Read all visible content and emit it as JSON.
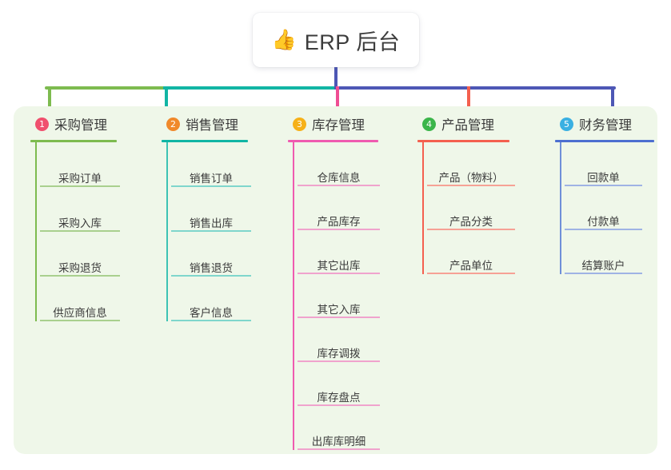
{
  "root": {
    "icon": "thumbs-up-icon",
    "icon_glyph": "👍",
    "title": "ERP 后台"
  },
  "palette": {
    "panel_background": "#eff7e9",
    "page_background": "#ffffff",
    "text": "#3b3b3b",
    "stem": "#4d57b5",
    "bus_left": "#7dbb4f",
    "bus_middle": "#11b5a4",
    "bus_right": "#4d57b5"
  },
  "columns": [
    {
      "number": "1",
      "title": "采购管理",
      "badge_color": "#f0506e",
      "rule_color": "#7dbb4f",
      "spine_color": "#7dbb4f",
      "item_rule_color": "#a9d08e",
      "drop_color": "#7dbb4f",
      "items": [
        {
          "label": "采购订单"
        },
        {
          "label": "采购入库"
        },
        {
          "label": "采购退货"
        },
        {
          "label": "供应商信息"
        }
      ]
    },
    {
      "number": "2",
      "title": "销售管理",
      "badge_color": "#f0892b",
      "rule_color": "#11b5a4",
      "spine_color": "#3cc3b4",
      "item_rule_color": "#7fd6cc",
      "drop_color": "#11b5a4",
      "items": [
        {
          "label": "销售订单"
        },
        {
          "label": "销售出库"
        },
        {
          "label": "销售退货"
        },
        {
          "label": "客户信息"
        }
      ]
    },
    {
      "number": "3",
      "title": "库存管理",
      "badge_color": "#f6b119",
      "rule_color": "#ef5bb0",
      "spine_color": "#ef5bb0",
      "item_rule_color": "#f0a3cd",
      "drop_color": "#ef4d93",
      "items": [
        {
          "label": "仓库信息"
        },
        {
          "label": "产品库存"
        },
        {
          "label": "其它出库"
        },
        {
          "label": "其它入库"
        },
        {
          "label": "库存调拨"
        },
        {
          "label": "库存盘点"
        },
        {
          "label": "出库库明细"
        }
      ]
    },
    {
      "number": "4",
      "title": "产品管理",
      "badge_color": "#3bb54a",
      "rule_color": "#f4604f",
      "spine_color": "#f4604f",
      "item_rule_color": "#f6a195",
      "drop_color": "#f4604f",
      "items": [
        {
          "label": "产品（物料）"
        },
        {
          "label": "产品分类"
        },
        {
          "label": "产品单位"
        }
      ]
    },
    {
      "number": "5",
      "title": "财务管理",
      "badge_color": "#3ab0e2",
      "rule_color": "#4d6fd0",
      "spine_color": "#6f8fd8",
      "item_rule_color": "#9fb3e4",
      "drop_color": "#4d57b5",
      "items": [
        {
          "label": "回款单"
        },
        {
          "label": "付款单"
        },
        {
          "label": "结算账户"
        }
      ]
    }
  ]
}
